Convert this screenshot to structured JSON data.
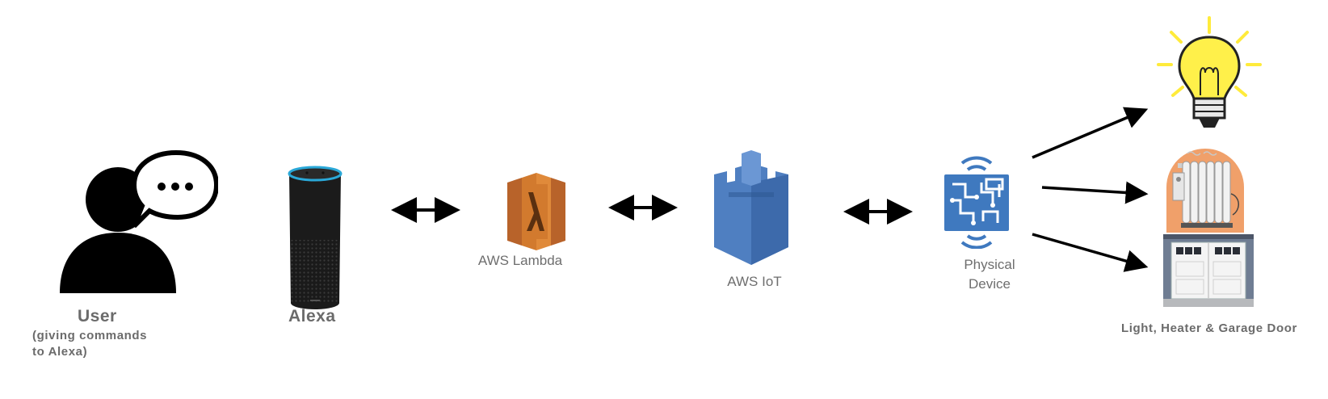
{
  "nodes": {
    "user": {
      "title": "User",
      "subtitle_line1": "(giving commands",
      "subtitle_line2": "to Alexa)"
    },
    "alexa": {
      "title": "Alexa"
    },
    "lambda": {
      "label": "AWS Lambda"
    },
    "iot": {
      "label": "AWS IoT"
    },
    "physical": {
      "label_line1": "Physical",
      "label_line2": "Device"
    },
    "devices": {
      "label": "Light, Heater & Garage Door"
    }
  },
  "icons": [
    "user-icon",
    "speech-bubble-icon",
    "alexa-echo-icon",
    "aws-lambda-icon",
    "aws-iot-icon",
    "physical-device-icon",
    "light-bulb-icon",
    "heater-icon",
    "garage-door-icon"
  ],
  "colors": {
    "lambda_orange": "#d27a2e",
    "iot_blue": "#4f7fc1",
    "device_blue": "#3f79bf",
    "bulb_yellow": "#fff04a",
    "heater_orange": "#f0a06a",
    "text_gray": "#6b6b6b"
  }
}
